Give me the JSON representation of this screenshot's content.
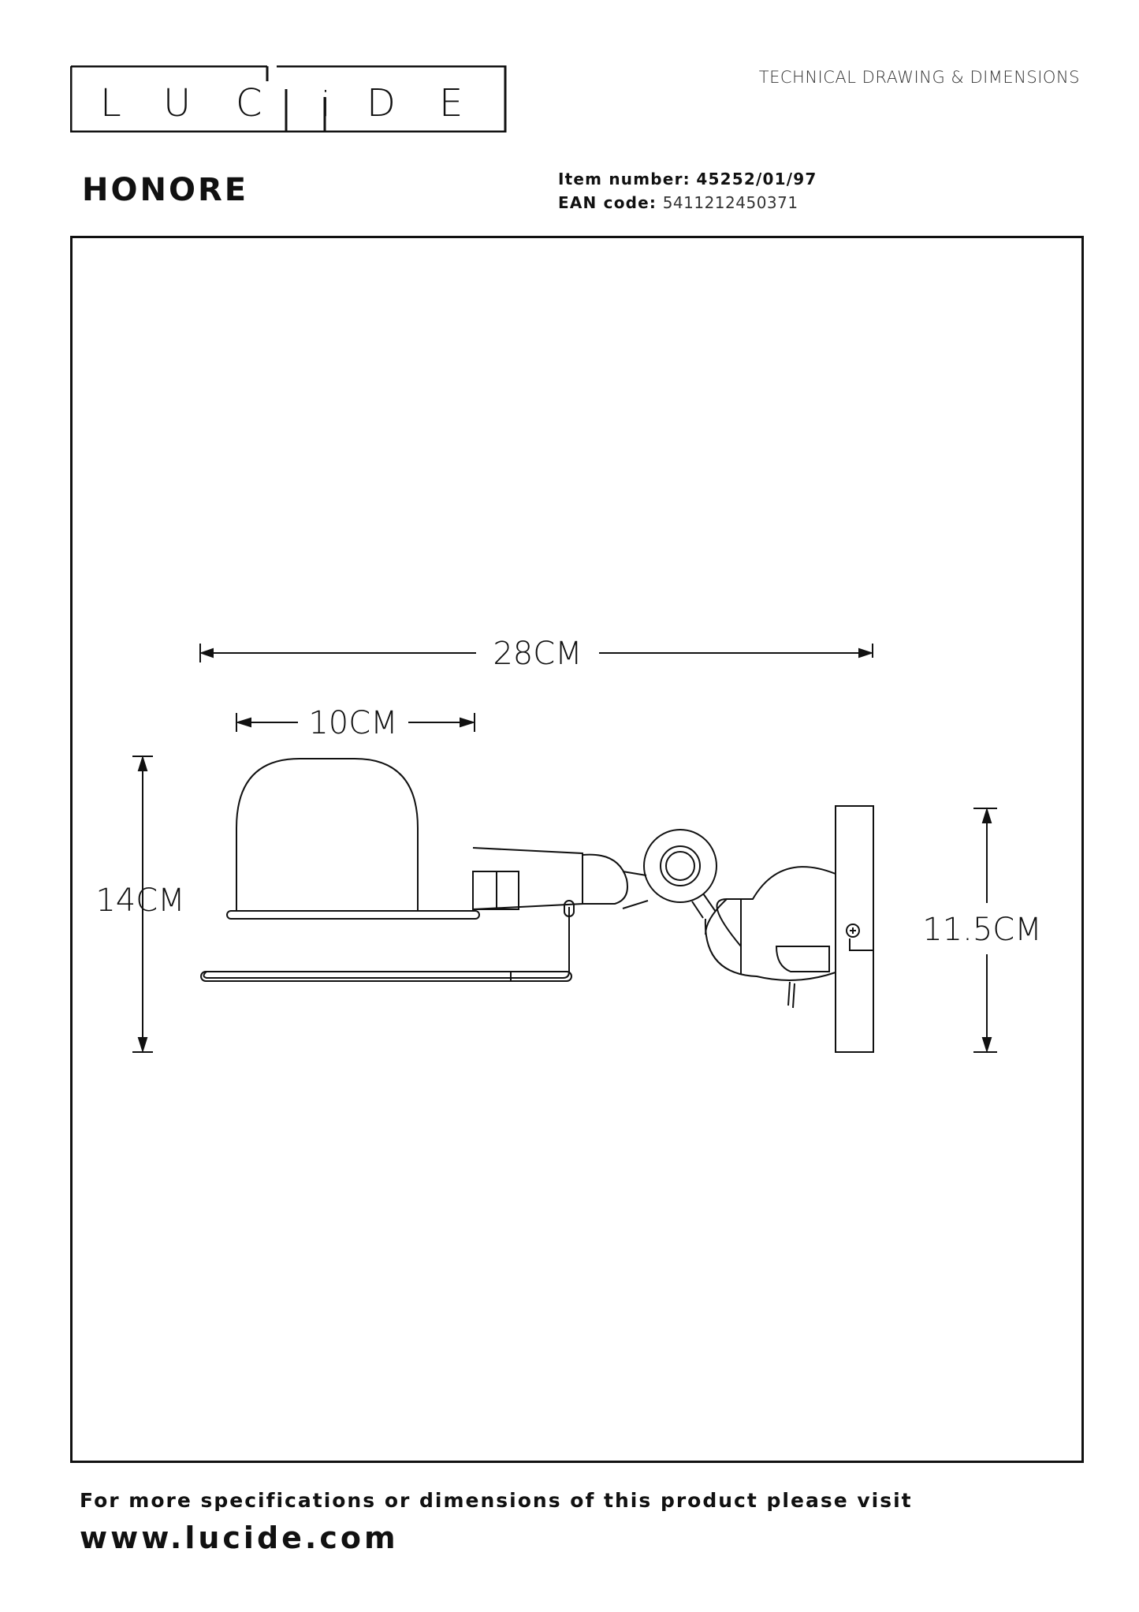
{
  "header": {
    "brand": "LUCIDE",
    "brand_letters": [
      "L",
      "U",
      "C",
      "i",
      "D",
      "E"
    ],
    "doc_type": "TECHNICAL DRAWING & DIMENSIONS"
  },
  "product": {
    "name": "HONORE",
    "item_number_label": "Item number:",
    "item_number": "45252/01/97",
    "ean_label": "EAN code",
    "ean_sep": ":",
    "ean": "5411212450371"
  },
  "drawing": {
    "dimensions": {
      "overall_width": "28CM",
      "shade_width": "10CM",
      "overall_height": "14CM",
      "wall_plate_height": "11.5CM"
    }
  },
  "footer": {
    "text": "For more specifications or dimensions of this product please visit",
    "url": "www.lucide.com"
  }
}
